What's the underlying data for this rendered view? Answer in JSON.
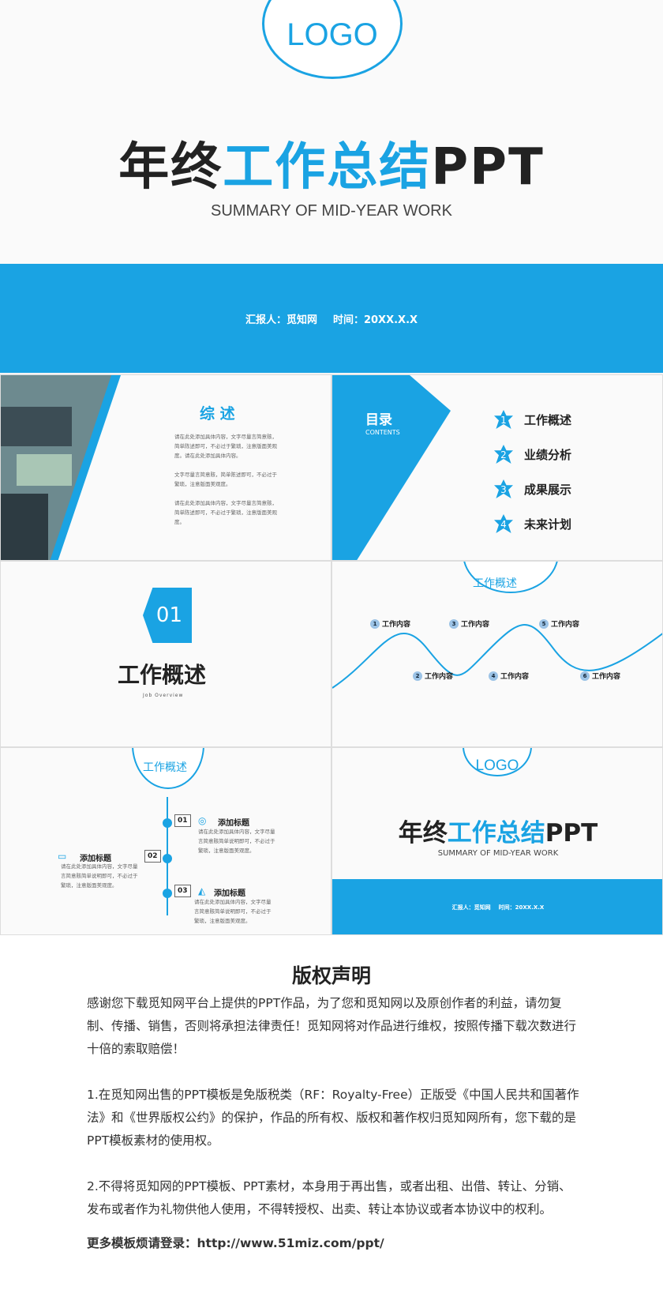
{
  "cover": {
    "logo": "LOGO",
    "title_dark_1": "年终",
    "title_blue": "工作总结",
    "title_dark_2": "PPT",
    "subtitle": "SUMMARY OF MID-YEAR WORK",
    "reporter": "汇报人：觅知网",
    "time": "时间：20XX.X.X"
  },
  "overview": {
    "title": "综  述",
    "paragraphs": [
      "请在此处添加具体内容，文字尽量言简意赅，简单陈述即可，不必过于繁琐，注意版面美观度。请在此处添加具体内容。",
      "文字尽量言简意赅，简单陈述即可，不必过于繁琐，注意版面美观度。",
      "请在此处添加具体内容，文字尽量言简意赅，简单陈述即可，不必过于繁琐，注意版面美观度。"
    ]
  },
  "toc": {
    "title": "目录",
    "subtitle": "CONTENTS",
    "items": [
      {
        "n": "1",
        "label": "工作概述"
      },
      {
        "n": "2",
        "label": "业绩分析"
      },
      {
        "n": "3",
        "label": "成果展示"
      },
      {
        "n": "4",
        "label": "未来计划"
      }
    ]
  },
  "section": {
    "number": "01",
    "title": "工作概述",
    "subtitle": "Job Overview"
  },
  "wave": {
    "title": "工作概述",
    "items": [
      {
        "n": "1",
        "label": "工作内容"
      },
      {
        "n": "2",
        "label": "工作内容"
      },
      {
        "n": "3",
        "label": "工作内容"
      },
      {
        "n": "4",
        "label": "工作内容"
      },
      {
        "n": "5",
        "label": "工作内容"
      },
      {
        "n": "6",
        "label": "工作内容"
      }
    ]
  },
  "timeline": {
    "title": "工作概述",
    "items": [
      {
        "n": "01",
        "heading": "添加标题",
        "text": "请在此处添加具体内容，文字尽量言简意赅简单说明即可，不必过于繁琐，注意版面美观度。"
      },
      {
        "n": "02",
        "heading": "添加标题",
        "text": "请在此处添加具体内容，文字尽量言简意赅简单说明即可，不必过于繁琐，注意版面美观度。"
      },
      {
        "n": "03",
        "heading": "添加标题",
        "text": "请在此处添加具体内容，文字尽量言简意赅简单说明即可，不必过于繁琐，注意版面美观度。"
      }
    ]
  },
  "mini": {
    "logo": "LOGO",
    "title_dark_1": "年终",
    "title_blue": "工作总结",
    "title_dark_2": "PPT",
    "subtitle": "SUMMARY OF MID-YEAR WORK",
    "reporter": "汇报人：觅知网",
    "time": "时间：20XX.X.X"
  },
  "copyright": {
    "title": "版权声明",
    "p1": "感谢您下载觅知网平台上提供的PPT作品，为了您和觅知网以及原创作者的利益，请勿复制、传播、销售，否则将承担法律责任！觅知网将对作品进行维权，按照传播下载次数进行十倍的索取赔偿！",
    "p2": "1.在觅知网出售的PPT模板是免版税类（RF：Royalty-Free）正版受《中国人民共和国著作法》和《世界版权公约》的保护，作品的所有权、版权和著作权归觅知网所有，您下载的是PPT模板素材的使用权。",
    "p3": "2.不得将觅知网的PPT模板、PPT素材，本身用于再出售，或者出租、出借、转让、分销、发布或者作为礼物供他人使用，不得转授权、出卖、转让本协议或者本协议中的权利。",
    "more": "更多模板烦请登录：http://www.51miz.com/ppt/"
  },
  "colors": {
    "accent": "#1aa3e3"
  }
}
